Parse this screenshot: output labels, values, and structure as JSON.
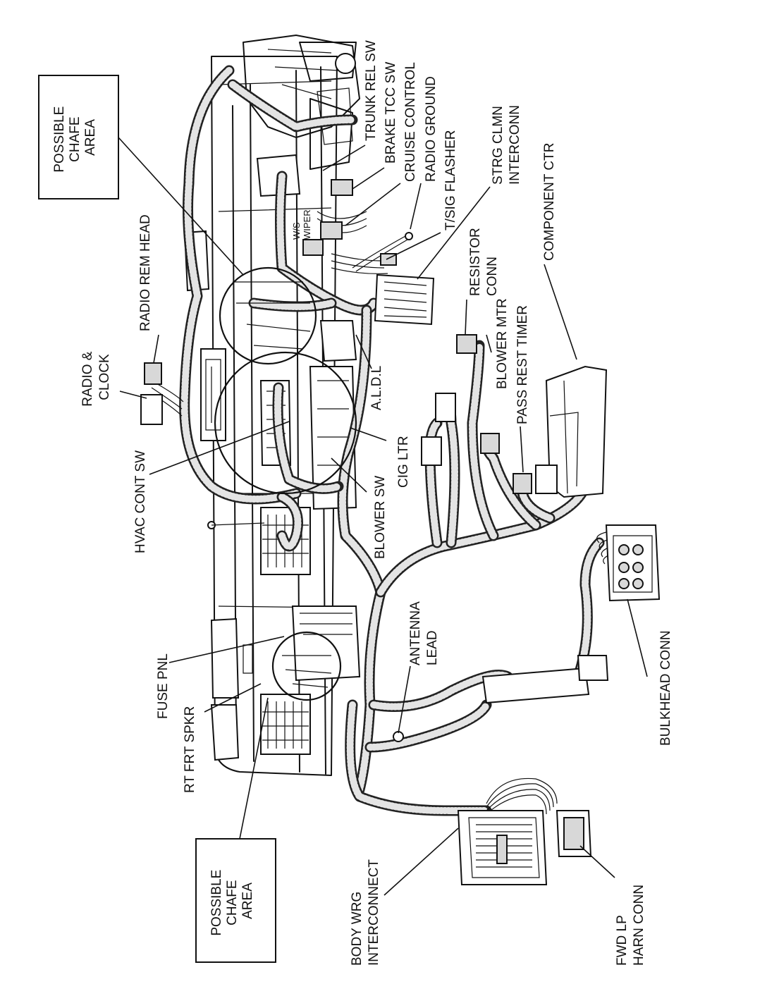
{
  "labels": {
    "possible_chafe_area_top": [
      "POSSIBLE",
      "CHAFE",
      "AREA"
    ],
    "possible_chafe_area_bottom": [
      "POSSIBLE",
      "CHAFE",
      "AREA"
    ],
    "trunk_rel_sw": "TRUNK REL SW",
    "brake_tcc_sw": "BRAKE TCC SW",
    "cruise_control": "CRUISE CONTROL",
    "radio_ground": "RADIO GROUND",
    "t_sig_flasher": "T/SIG FLASHER",
    "strg_clmn_interconn": [
      "STRG CLMN",
      "INTERCONN"
    ],
    "component_ctr": "COMPONENT CTR",
    "radio_rem_head": "RADIO REM HEAD",
    "ws_wiper": [
      "W/S",
      "WIPER"
    ],
    "radio_clock": [
      "RADIO &",
      "CLOCK"
    ],
    "resistor_conn": [
      "RESISTOR",
      "CONN"
    ],
    "blower_mtr": "BLOWER MTR",
    "pass_rest_timer": "PASS REST TIMER",
    "aldl": "A.L.D.L",
    "hvac_cont_sw": "HVAC CONT SW",
    "cig_ltr": "CIG LTR",
    "blower_sw": "BLOWER SW",
    "antenna_lead": [
      "ANTENNA",
      "LEAD"
    ],
    "fuse_pnl": "FUSE PNL",
    "rt_frt_spkr": "RT FRT SPKR",
    "bulkhead_conn": "BULKHEAD CONN",
    "body_wrg_interconnect": [
      "BODY WRG",
      "INTERCONNECT"
    ],
    "fwd_lp_harn_conn": [
      "FWD LP",
      "HARN CONN"
    ]
  }
}
